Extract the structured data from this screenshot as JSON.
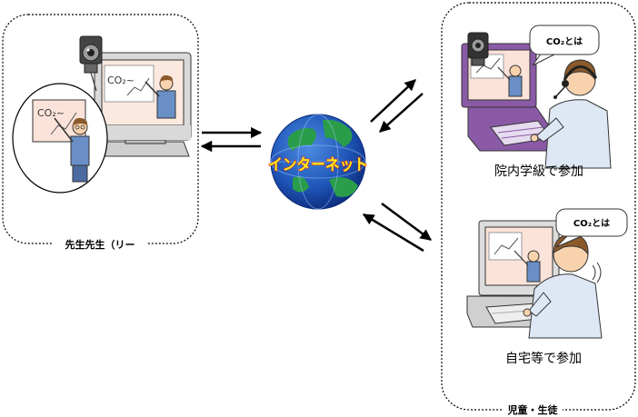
{
  "teacher_panel": {
    "label": "先生先生（リー",
    "board_text": "CO₂~",
    "screen_text": "CO₂~"
  },
  "network": {
    "label": "インターネット"
  },
  "students_panel": {
    "label": "児童・生徒",
    "hospital": {
      "label": "院内学級で参加",
      "bubble": "CO₂とは"
    },
    "home": {
      "label": "自宅等で参加",
      "bubble": "CO₂とは"
    }
  },
  "colors": {
    "globe_ocean": "#1f56b8",
    "globe_land": "#2a9d4a",
    "network_text": "#ffef1a",
    "network_text_outline": "#d62020",
    "hospital_pc": "#8a5aa6",
    "shirt": "#dde8f4",
    "suit": "#6a8fc7"
  },
  "icons": [
    "webcam-icon",
    "monitor-icon",
    "globe-icon",
    "arrow-icon",
    "speech-bubble-icon"
  ]
}
